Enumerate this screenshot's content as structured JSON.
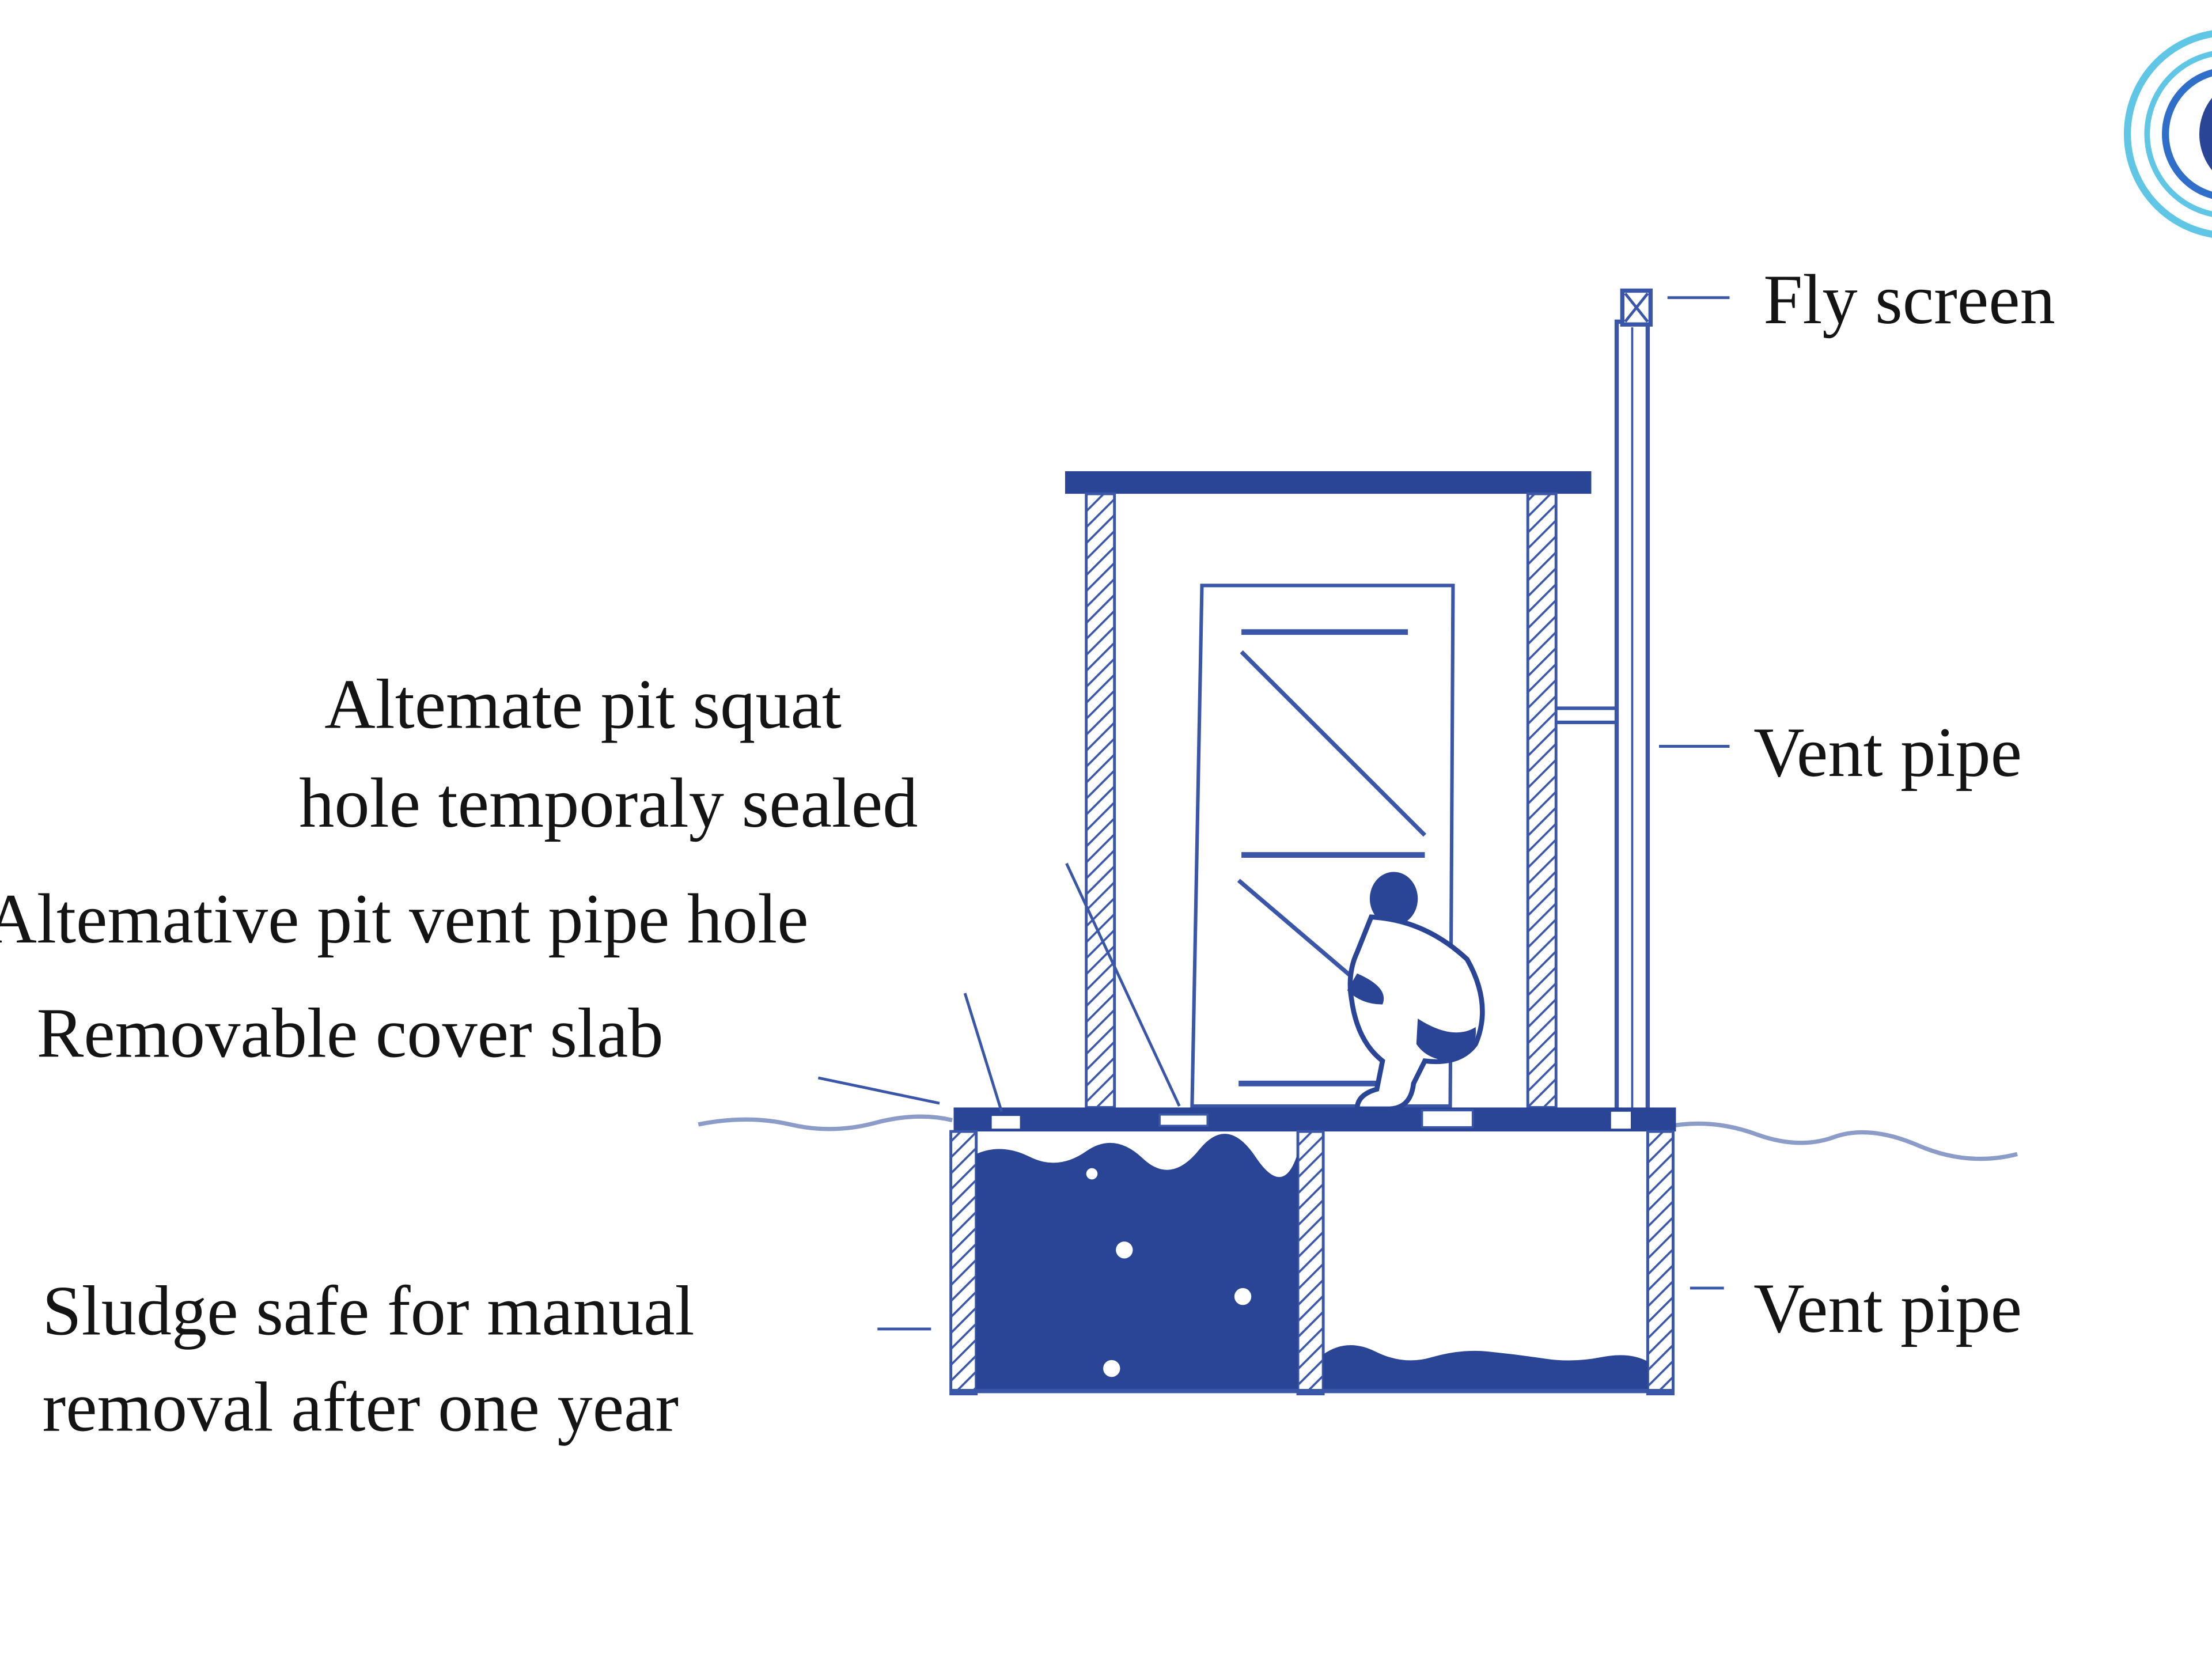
{
  "colors": {
    "ink": "#2a4596",
    "line": "#3a56a8",
    "text": "#141414",
    "ground": "#8c9cc8",
    "logo_ring": "#5fc6e6"
  },
  "labels": {
    "fly_screen": "Fly screen",
    "vent_pipe_upper": "Vent pipe",
    "alternate_squat_line1": "Altemate pit squat",
    "alternate_squat_line2": "hole temporaly sealed",
    "alternative_vent_hole": "Altemative pit vent pipe hole",
    "removable_cover_slab": "Removable cover slab",
    "sludge_line1": "Sludge safe for manual",
    "sludge_line2": "removal after one year",
    "vent_pipe_lower": "Vent pipe"
  },
  "icons": {
    "logo": "spiral-logo-icon",
    "person": "squatting-person-icon"
  }
}
